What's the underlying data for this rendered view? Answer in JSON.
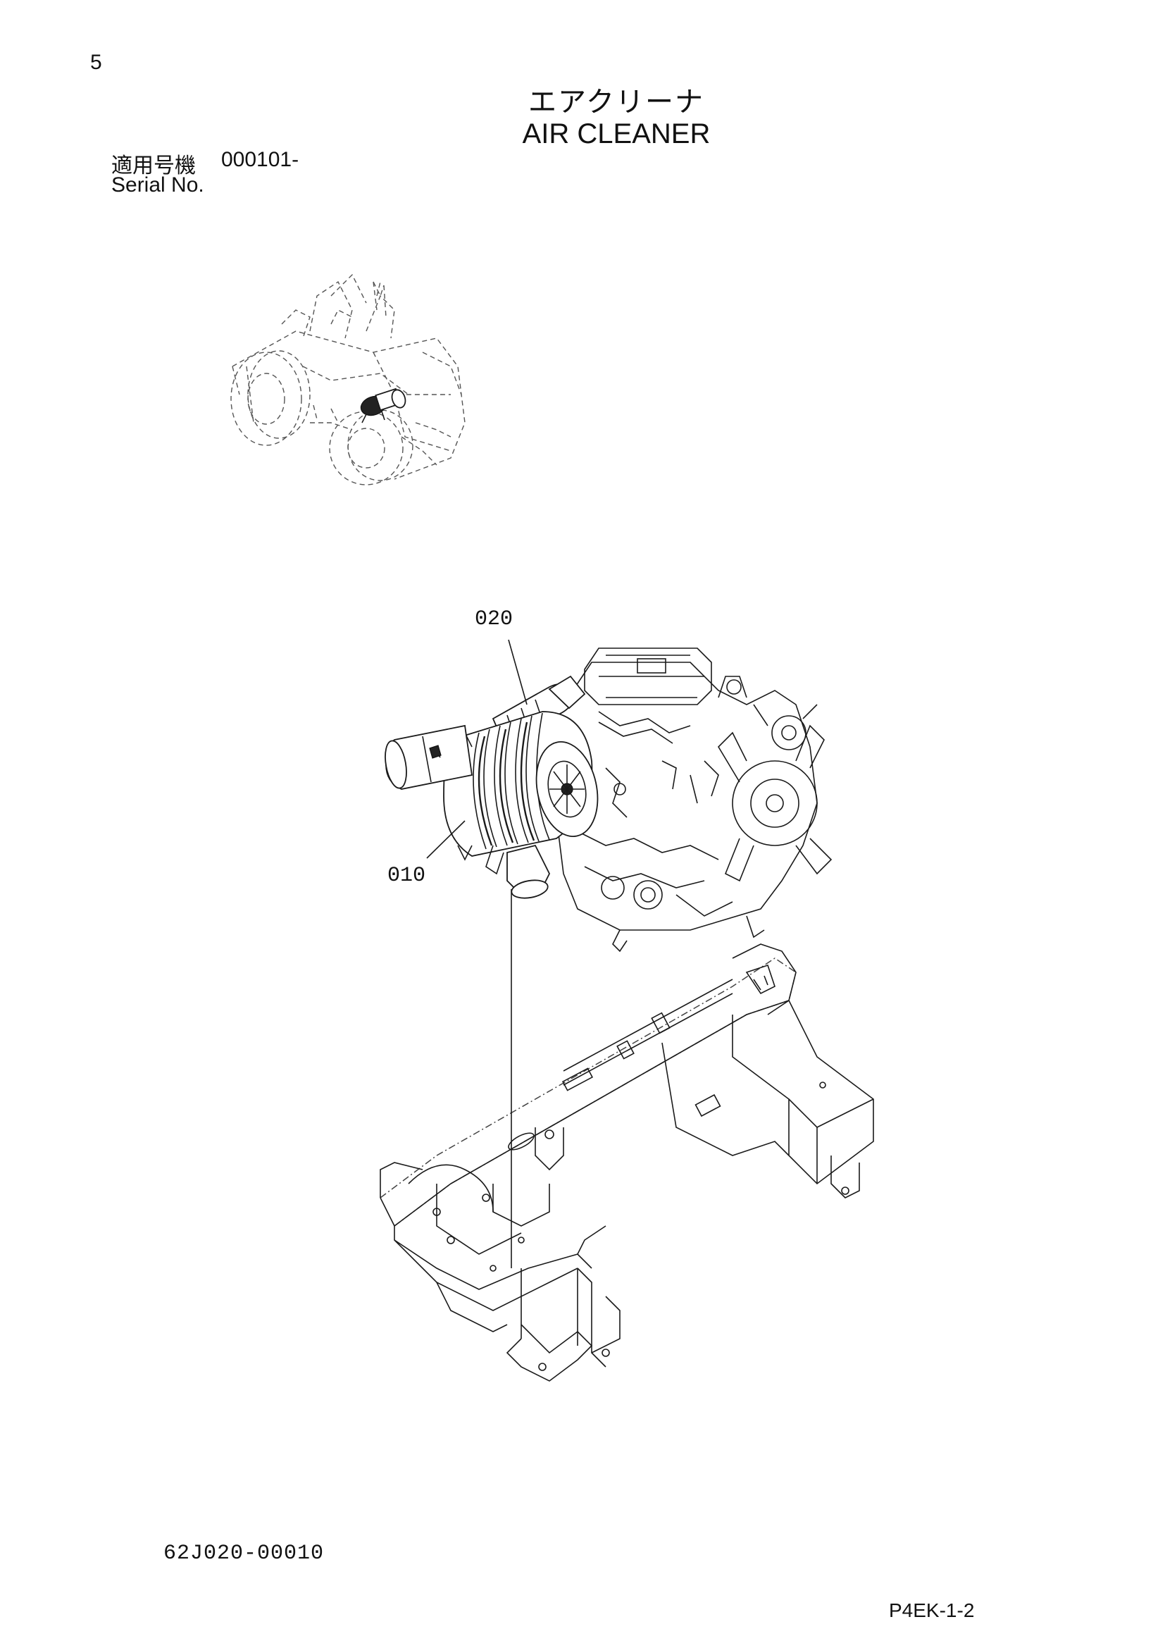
{
  "header": {
    "page_number": "5",
    "title_jp": "エアクリーナ",
    "title_en": "AIR CLEANER",
    "serial_label_jp": "適用号機",
    "serial_value": "000101-",
    "serial_label_en": "Serial No."
  },
  "diagram": {
    "callouts": [
      {
        "id": "020",
        "label": "020"
      },
      {
        "id": "010",
        "label": "010"
      }
    ]
  },
  "footer": {
    "document_code": "62J020-00010",
    "page_reference": "P4EK-1-2"
  }
}
